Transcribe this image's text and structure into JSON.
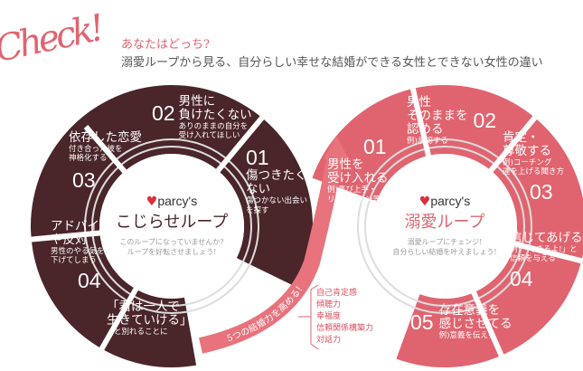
{
  "header": {
    "logo_text": "Check!",
    "question": "あなたはどっち?",
    "subtitle": "溺愛ループから見る、自分らしい幸せな結婚ができる女性とできない女性の違い"
  },
  "colors": {
    "dark": "#4a2529",
    "pink": "#e0646f",
    "arrow": "#e8737d"
  },
  "left_loop": {
    "brand": "parcy's",
    "title": "こじらせループ",
    "note1": "このループになっていませんか?",
    "note2": "ループを好転させましょう!",
    "steps": [
      {
        "num": "01",
        "title": "傷つきたく\nない",
        "desc": "傷つかない出会い\nを探す"
      },
      {
        "num": "02",
        "title": "男性に\n負けたくない",
        "desc": "ありのままの自分を\n受け入れてほしい"
      },
      {
        "num": "03",
        "title": "依存した恋愛",
        "desc": "付き合った彼を\n神格化する"
      },
      {
        "num": "04",
        "title": "アドバイス\nや反対",
        "desc": "男性のやる気を\n下げてしまう"
      },
      {
        "num": "05",
        "title": "「君は一人で\n生きていける」",
        "desc": "と別れることに"
      }
    ]
  },
  "right_loop": {
    "brand": "parcy's",
    "title": "溺愛ループ",
    "note1": "溺愛ループにチェンジ!",
    "note2": "自分らしい結婚を叶えましょう!",
    "steps": [
      {
        "num": "01",
        "title": "男性を\n受け入れる",
        "desc": "例)喜び上手・\nリアクション等"
      },
      {
        "num": "02",
        "title": "男性\nそのままを\n認める",
        "desc": "例)承認する"
      },
      {
        "num": "03",
        "title": "肯定・\n尊敬する",
        "desc": "例)コーチング\n運を上げる聞き方"
      },
      {
        "num": "04",
        "title": "信じてあげる",
        "desc": "例)「できるよ!」と\n信頼を与える"
      },
      {
        "num": "05",
        "title": "存在意義を\n感じさせてる",
        "desc": "例)意義を伝える"
      }
    ]
  },
  "arrow": {
    "label": "5つの結婚力を高める!"
  },
  "skills": [
    "自己肯定感",
    "傾聴力",
    "幸福度",
    "信頼関係構築力",
    "対話力"
  ]
}
